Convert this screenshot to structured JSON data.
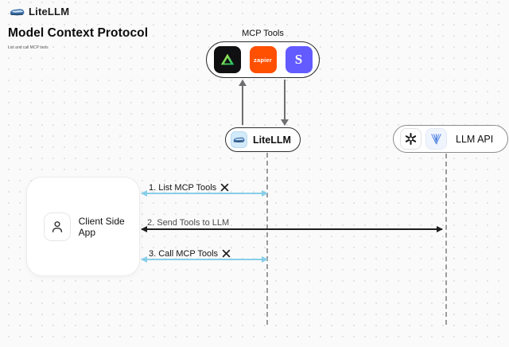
{
  "header": {
    "brand": "LiteLLM",
    "title": "Model Context Protocol",
    "subtitle": "List and call MCP tools"
  },
  "mcp": {
    "label": "MCP Tools",
    "tools": [
      {
        "name": "green-triangle-tool",
        "label": ""
      },
      {
        "name": "zapier",
        "label": "zapier"
      },
      {
        "name": "stripe",
        "label": "S"
      }
    ]
  },
  "nodes": {
    "litellm": {
      "label": "LiteLLM"
    },
    "llm_api": {
      "label": "LLM API"
    },
    "client": {
      "label": "Client Side App"
    }
  },
  "messages": [
    {
      "label": "1. List MCP Tools",
      "arrow_color": "#87cee9",
      "has_tools_icon": true
    },
    {
      "label": "2. Send Tools to LLM",
      "arrow_color": "#1e1e1e",
      "has_tools_icon": false
    },
    {
      "label": "3. Call MCP Tools",
      "arrow_color": "#87cee9",
      "has_tools_icon": true
    }
  ],
  "colors": {
    "background": "#fafafa",
    "dot_grid": "#e2e2e5",
    "blue_arrow": "#87cee9",
    "dark_arrow": "#1e1e1e",
    "zapier_orange": "#ff4f00",
    "stripe_purple": "#635bff",
    "tool_tile_dark": "#101012",
    "litellm_icon_bg": "#d3eafb"
  }
}
